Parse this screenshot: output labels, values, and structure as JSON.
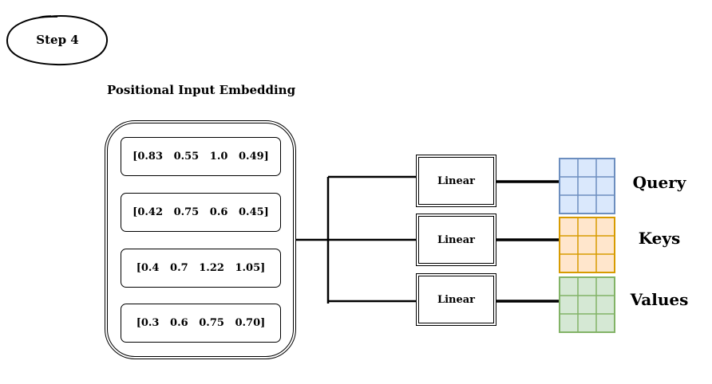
{
  "step": {
    "label": "Step 4"
  },
  "embedding": {
    "title": "Positional Input Embedding",
    "vectors": [
      "[0.83   0.55   1.0   0.49]",
      "[0.42   0.75   0.6   0.45]",
      "[0.4   0.7   1.22   1.05]",
      "[0.3   0.6   0.75   0.70]"
    ]
  },
  "linears": [
    {
      "label": "Linear"
    },
    {
      "label": "Linear"
    },
    {
      "label": "Linear"
    }
  ],
  "outputs": [
    {
      "label": "Query",
      "grid_stroke": "#6c8ebf",
      "grid_fill": "#dae8fc",
      "icon": "matrix-grid-icon"
    },
    {
      "label": "Keys",
      "grid_stroke": "#d79b00",
      "grid_fill": "#ffe6cc",
      "icon": "matrix-grid-icon"
    },
    {
      "label": "Values",
      "grid_stroke": "#82b366",
      "grid_fill": "#d5e8d4",
      "icon": "matrix-grid-icon"
    }
  ]
}
